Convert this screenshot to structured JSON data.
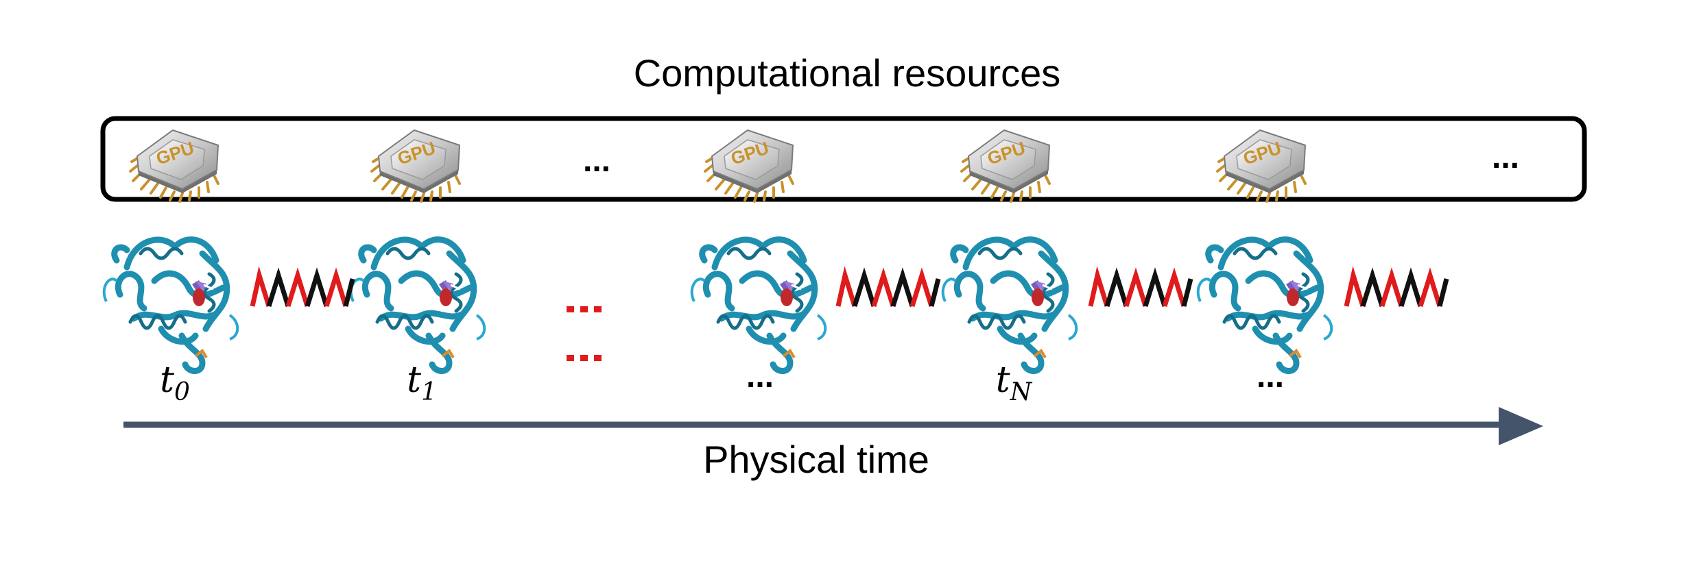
{
  "title": "Computational resources",
  "axis_label": "Physical time",
  "gpu_label": "GPU",
  "gpu_row_ellipsis": "...",
  "time_labels": [
    {
      "base": "t",
      "sub": "0"
    },
    {
      "base": "t",
      "sub": "1"
    },
    {
      "base": "...",
      "sub": ""
    },
    {
      "base": "t",
      "sub": "N"
    },
    {
      "base": "...",
      "sub": ""
    }
  ],
  "colors": {
    "protein": "#1f8fb0",
    "protein_dark": "#156e8a",
    "ligand": "#c0282c",
    "spring_red": "#e01b1b",
    "spring_black": "#111111",
    "arrow": "#44546a",
    "box_border": "#000000",
    "red_dots": "#e01b1b",
    "gpu_pins": "#c8922a"
  }
}
